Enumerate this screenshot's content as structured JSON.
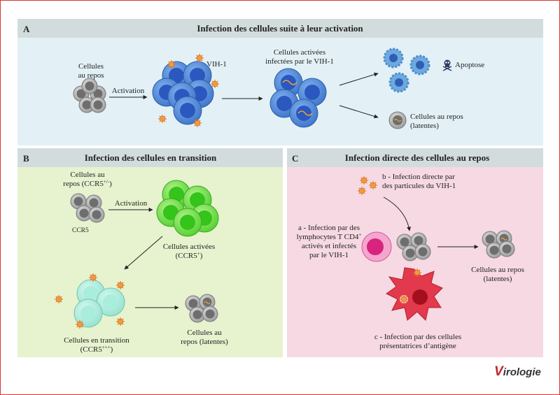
{
  "panelA": {
    "letter": "A",
    "title": "Infection des cellules suite à leur activation",
    "resting_line1": "Cellules",
    "resting_line2": "au repos",
    "activation": "Activation",
    "virus": "VIH-1",
    "activated_line1": "Cellules activées",
    "activated_line2": "infectées par le VIH-1",
    "apoptosis": "Apoptose",
    "latent_line1": "Cellules au repos",
    "latent_line2": "(latentes)"
  },
  "panelB": {
    "letter": "B",
    "title": "Infection des cellules en transition",
    "resting_line1": "Cellules au",
    "resting_line2_pre": "repos (CCR5",
    "resting_line2_sup": "+/-",
    "resting_line2_post": ")",
    "ccr5": "CCR5",
    "activation": "Activation",
    "activated_line1": "Cellules activées",
    "activated_line2_pre": "(CCR5",
    "activated_line2_sup": "+",
    "activated_line2_post": ")",
    "transition_line1": "Cellules en transition",
    "transition_line2_pre": "(CCR5",
    "transition_line2_sup": "+++",
    "transition_line2_post": ")",
    "latent_line1": "Cellules au",
    "latent_line2": "repos (latentes)"
  },
  "panelC": {
    "letter": "C",
    "title": "Infection directe des cellules au repos",
    "b_line1": "b - Infection directe par",
    "b_line2": "des particules du VIH-1",
    "a_line1": "a - Infection par des",
    "a_line2_pre": "lymphocytes T CD4",
    "a_line2_sup": "+",
    "a_line3": "activés et infectés",
    "a_line4": "par le VIH-1",
    "latent_line1": "Cellules au repos",
    "latent_line2": "(latentes)",
    "c_line1": "c - Infection par des cellules",
    "c_line2": "présentatrices d’antigène"
  },
  "logo": {
    "first": "V",
    "rest": "irologie"
  },
  "colors": {
    "panelA_bg": "#e3f1f6",
    "panelB_bg": "#e7f2cf",
    "panelC_bg": "#f6d9e2",
    "header_bg": "#d3dcdc",
    "activated_cell": "#4a86d8",
    "virus": "#f0903a",
    "green_cell": "#66d84a",
    "transition_cell": "#a8e9d8",
    "resting_cell": "#8e8e8e",
    "dendritic_cell": "#e2394c",
    "magenta_cell": "#e0459b"
  }
}
